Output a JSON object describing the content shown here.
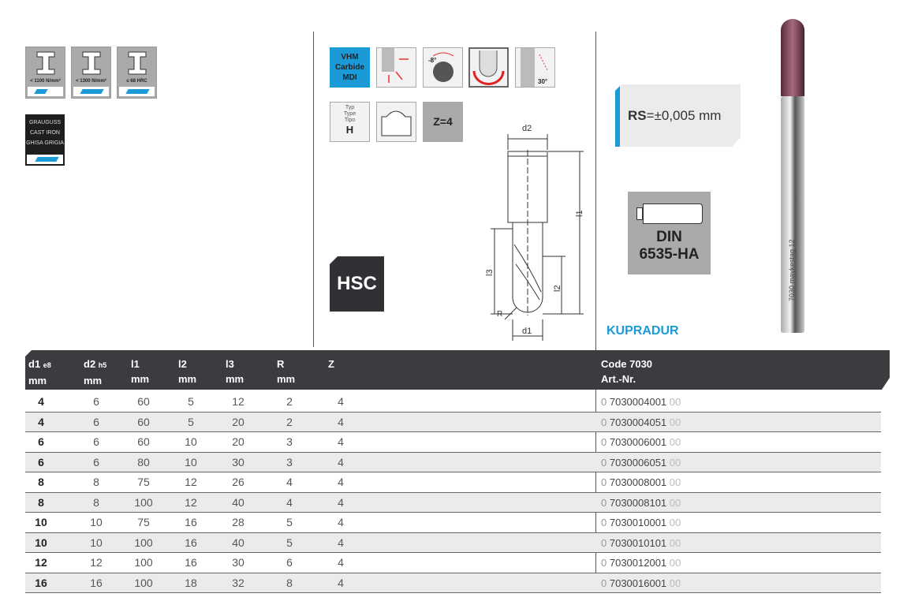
{
  "materials": [
    {
      "label": "< 1100 N/mm²",
      "fill": "half"
    },
    {
      "label": "< 1300 N/mm²",
      "fill": "full"
    },
    {
      "label": "≤ 68 HRC",
      "fill": "full"
    }
  ],
  "cast_iron": [
    "GRAUGUSS",
    "CAST IRON",
    "GHISA GRIGIA"
  ],
  "icons": {
    "material": [
      "VHM",
      "Carbide",
      "MDI"
    ],
    "angle": "-8°",
    "helix": "30°",
    "type_lines": [
      "Typ",
      "Type",
      "Tipo"
    ],
    "type_value": "H",
    "teeth": "Z=4"
  },
  "drawing": {
    "d2": "d2",
    "l1": "l1",
    "l2": "l2",
    "l3": "l3",
    "R": "R",
    "d1": "d1"
  },
  "hsc": "HSC",
  "runout": {
    "prefix": "RS",
    "value": "=±0,005 mm"
  },
  "din": [
    "DIN",
    "6535-HA"
  ],
  "brand": "KUPRADUR",
  "tool_marking": "7030 maykestag 12",
  "colors": {
    "accent": "#1a9ad6",
    "header": "#3a3c40"
  },
  "table": {
    "headers": [
      {
        "l1": "d1",
        "sub": "e8",
        "l2": "mm"
      },
      {
        "l1": "d2",
        "sub": "h5",
        "l2": "mm"
      },
      {
        "l1": "l1",
        "l2": "mm"
      },
      {
        "l1": "l2",
        "l2": "mm"
      },
      {
        "l1": "l3",
        "l2": "mm"
      },
      {
        "l1": "R",
        "l2": "mm"
      },
      {
        "l1": "Z",
        "l2": ""
      }
    ],
    "code_header": [
      "Code 7030",
      "Art.-Nr."
    ],
    "rows": [
      {
        "c": [
          "4",
          "6",
          "60",
          "5",
          "12",
          "2",
          "4"
        ],
        "art": [
          "0",
          "7030004001",
          "00"
        ]
      },
      {
        "c": [
          "4",
          "6",
          "60",
          "5",
          "20",
          "2",
          "4"
        ],
        "art": [
          "0",
          "7030004051",
          "00"
        ]
      },
      {
        "c": [
          "6",
          "6",
          "60",
          "10",
          "20",
          "3",
          "4"
        ],
        "art": [
          "0",
          "7030006001",
          "00"
        ]
      },
      {
        "c": [
          "6",
          "6",
          "80",
          "10",
          "30",
          "3",
          "4"
        ],
        "art": [
          "0",
          "7030006051",
          "00"
        ]
      },
      {
        "c": [
          "8",
          "8",
          "75",
          "12",
          "26",
          "4",
          "4"
        ],
        "art": [
          "0",
          "7030008001",
          "00"
        ]
      },
      {
        "c": [
          "8",
          "8",
          "100",
          "12",
          "40",
          "4",
          "4"
        ],
        "art": [
          "0",
          "7030008101",
          "00"
        ]
      },
      {
        "c": [
          "10",
          "10",
          "75",
          "16",
          "28",
          "5",
          "4"
        ],
        "art": [
          "0",
          "7030010001",
          "00"
        ]
      },
      {
        "c": [
          "10",
          "10",
          "100",
          "16",
          "40",
          "5",
          "4"
        ],
        "art": [
          "0",
          "7030010101",
          "00"
        ]
      },
      {
        "c": [
          "12",
          "12",
          "100",
          "16",
          "30",
          "6",
          "4"
        ],
        "art": [
          "0",
          "7030012001",
          "00"
        ]
      },
      {
        "c": [
          "16",
          "16",
          "100",
          "18",
          "32",
          "8",
          "4"
        ],
        "art": [
          "0",
          "7030016001",
          "00"
        ]
      }
    ]
  }
}
